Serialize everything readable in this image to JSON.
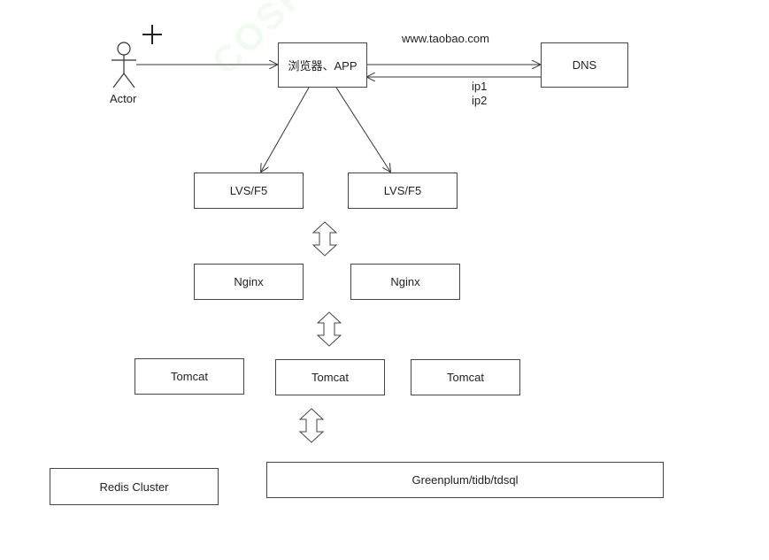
{
  "diagram": {
    "actor_label": "Actor",
    "client_label": "浏览器、APP",
    "dns_label": "DNS",
    "domain_label": "www.taobao.com",
    "ip_labels": [
      "ip1",
      "ip2"
    ],
    "lvs_labels": [
      "LVS/F5",
      "LVS/F5"
    ],
    "nginx_labels": [
      "Nginx",
      "Nginx"
    ],
    "tomcat_labels": [
      "Tomcat",
      "Tomcat",
      "Tomcat"
    ],
    "redis_label": "Redis Cluster",
    "db_label": "Greenplum/tidb/tdsql",
    "watermark": "COSPDOMAIN"
  },
  "colors": {
    "line": "#333333",
    "border": "#444444",
    "watermark": "#78e678"
  }
}
